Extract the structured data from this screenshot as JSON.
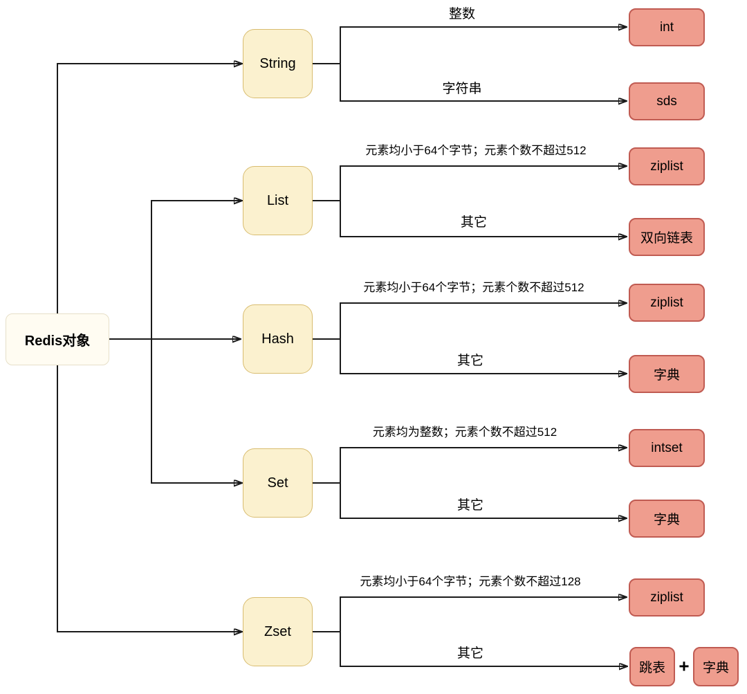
{
  "colors": {
    "line": "#1A1A1A",
    "type-fill": "#FBF1CF",
    "type-border": "#D8BC6F",
    "struct-fill": "#EF9D8E",
    "struct-border": "#C05B52",
    "root-fill": "#FFFCF2",
    "root-border": "#E6DFC8"
  },
  "nodes": {
    "root": "Redis对象",
    "string": "String",
    "list": "List",
    "hash": "Hash",
    "set": "Set",
    "zset": "Zset",
    "string_int": "int",
    "string_sds": "sds",
    "list_ziplist": "ziplist",
    "list_linkedlist": "双向链表",
    "hash_ziplist": "ziplist",
    "hash_dict": "字典",
    "set_intset": "intset",
    "set_dict": "字典",
    "zset_ziplist": "ziplist",
    "zset_skiplist": "跳表",
    "zset_plus": "+",
    "zset_dict": "字典"
  },
  "edge_labels": {
    "string_int": "整数",
    "string_sds": "字符串",
    "list_ziplist": "元素均小于64个字节；元素个数不超过512",
    "list_other": "其它",
    "hash_ziplist": "元素均小于64个字节；元素个数不超过512",
    "hash_other": "其它",
    "set_intset": "元素均为整数；元素个数不超过512",
    "set_other": "其它",
    "zset_ziplist": "元素均小于64个字节；元素个数不超过128",
    "zset_other": "其它"
  }
}
